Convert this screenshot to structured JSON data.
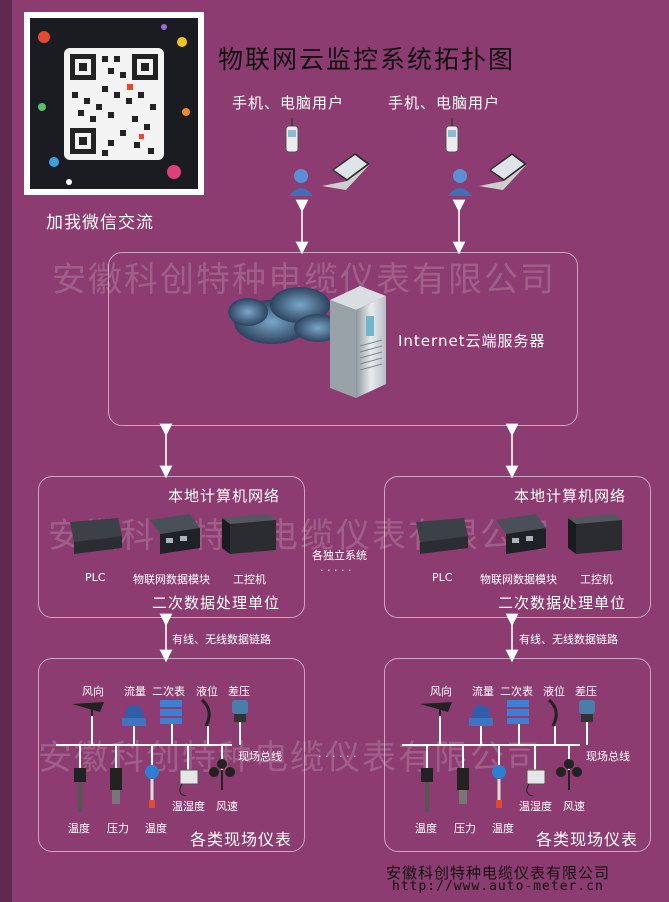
{
  "title": "物联网云监控系统拓扑图",
  "qr_caption": "加我微信交流",
  "users": [
    "手机、电脑用户",
    "手机、电脑用户"
  ],
  "cloud_label": "Internet云端服务器",
  "watermark": "安徽科创特种电缆仪表有限公司",
  "middle_label": "各独立系统",
  "middle_dots": "· · · · ·",
  "field_dots": "· · · · · ·",
  "units": [
    {
      "network_title": "本地计算机网络",
      "devices": [
        "PLC",
        "物联网数据模块",
        "工控机"
      ],
      "processing_title": "二次数据处理单位",
      "link_label": "有线、无线数据链路",
      "top_instruments": [
        "风向",
        "流量",
        "二次表",
        "液位",
        "差压"
      ],
      "bus_label": "现场总线",
      "bottom_instruments": [
        "温度",
        "压力",
        "温度",
        "温湿度",
        "风速"
      ],
      "field_title": "各类现场仪表"
    },
    {
      "network_title": "本地计算机网络",
      "devices": [
        "PLC",
        "物联网数据模块",
        "工控机"
      ],
      "processing_title": "二次数据处理单位",
      "link_label": "有线、无线数据链路",
      "top_instruments": [
        "风向",
        "流量",
        "二次表",
        "液位",
        "差压"
      ],
      "bus_label": "现场总线",
      "bottom_instruments": [
        "温度",
        "压力",
        "温度",
        "温湿度",
        "风速"
      ],
      "field_title": "各类现场仪表"
    }
  ],
  "company": "安徽科创特种电缆仪表有限公司",
  "website": "http://www.auto-meter.cn",
  "colors": {
    "background": "#8c3c70",
    "frame": "#ffffff",
    "text_dark": "#111111"
  }
}
